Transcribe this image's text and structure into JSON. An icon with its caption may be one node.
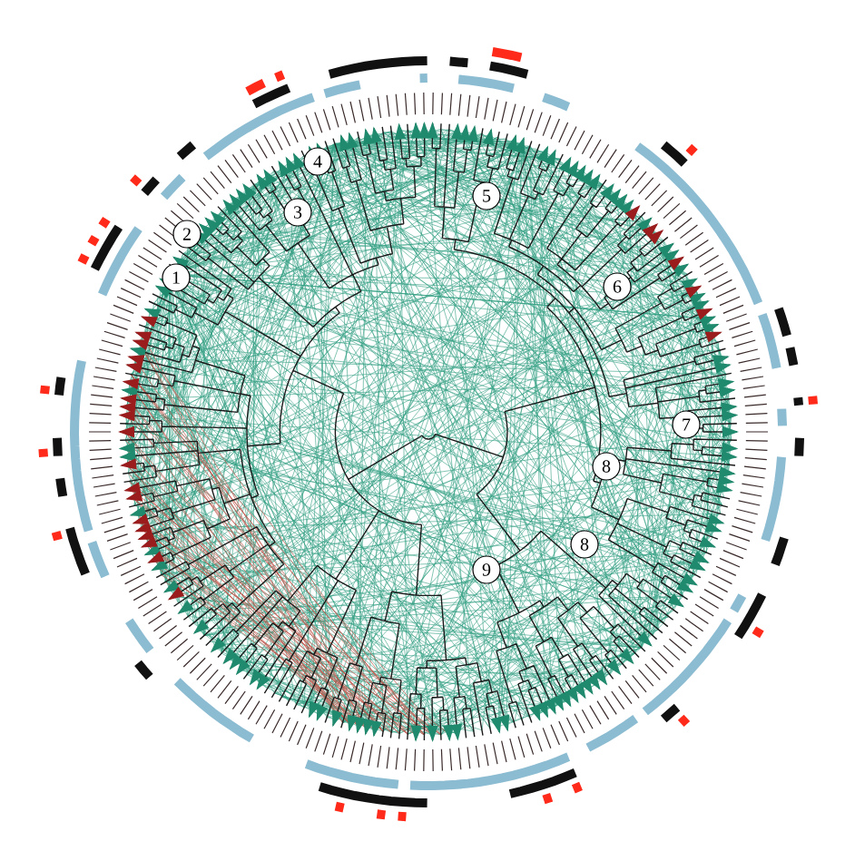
{
  "diagram": {
    "labels": [
      "1",
      "2",
      "3",
      "4",
      "5",
      "6",
      "7",
      "8",
      "8",
      "9"
    ]
  }
}
